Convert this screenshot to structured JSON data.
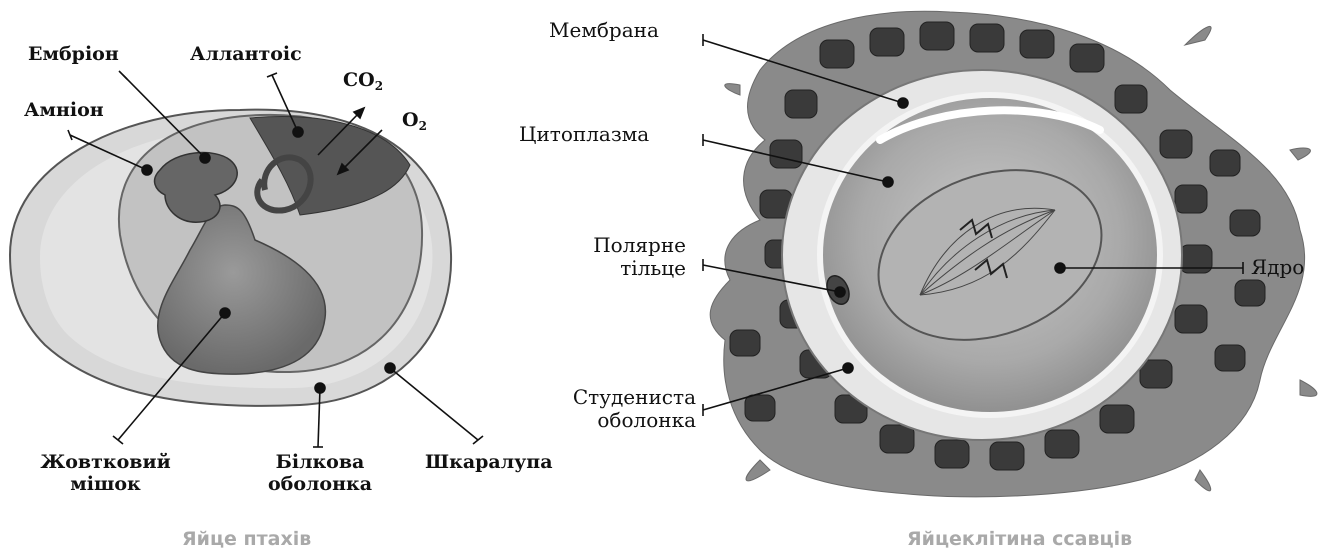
{
  "bird_egg": {
    "caption": "Яйце птахів",
    "labels": {
      "embryo": "Ембріон",
      "allantois": "Аллантоіс",
      "amnion": "Амніон",
      "co2_main": "CO",
      "co2_sub": "2",
      "o2_main": "O",
      "o2_sub": "2",
      "yolk_sac_line1": "Жовтковий",
      "yolk_sac_line2": "мішок",
      "albumen_line1": "Білкова",
      "albumen_line2": "оболонка",
      "shell": "Шкаралупа"
    }
  },
  "mammal_egg": {
    "caption": "Яйцеклітина ссавців",
    "labels": {
      "membrane": "Мембрана",
      "cytoplasm": "Цитоплазма",
      "polar_body_line1": "Полярне",
      "polar_body_line2": "тільце",
      "nucleus": "Ядро",
      "zona_line1": "Студениста",
      "zona_line2": "оболонка"
    }
  }
}
